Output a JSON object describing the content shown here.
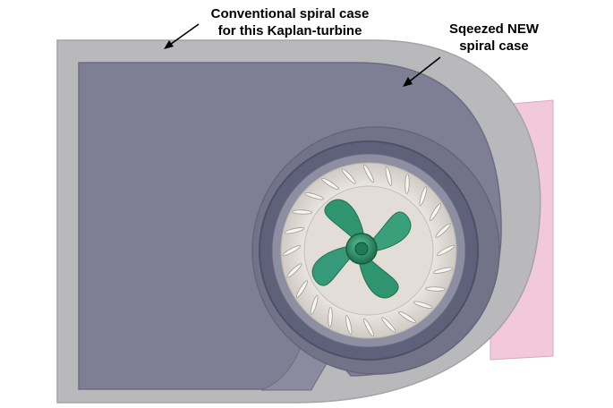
{
  "annotations": {
    "conventional": {
      "line1": "Conventional spiral case",
      "line2": "for this Kaplan-turbine"
    },
    "new_case": {
      "line1": "Sqeezed NEW",
      "line2": "spiral case"
    }
  },
  "colors": {
    "conventional_case": "#b9b9bb",
    "new_case": "#7e7f94",
    "outlet_pipe": "#f1c9d8",
    "stay_ring": "#e6e1da",
    "runner_blades": "#2f9470",
    "runner_hub": "#1f7a57",
    "arrows": "#000000"
  },
  "icons": {
    "runner": "kaplan-runner-icon",
    "arrow": "arrow-icon"
  },
  "runner_blade_count": 4,
  "guide_vane_count": 24
}
